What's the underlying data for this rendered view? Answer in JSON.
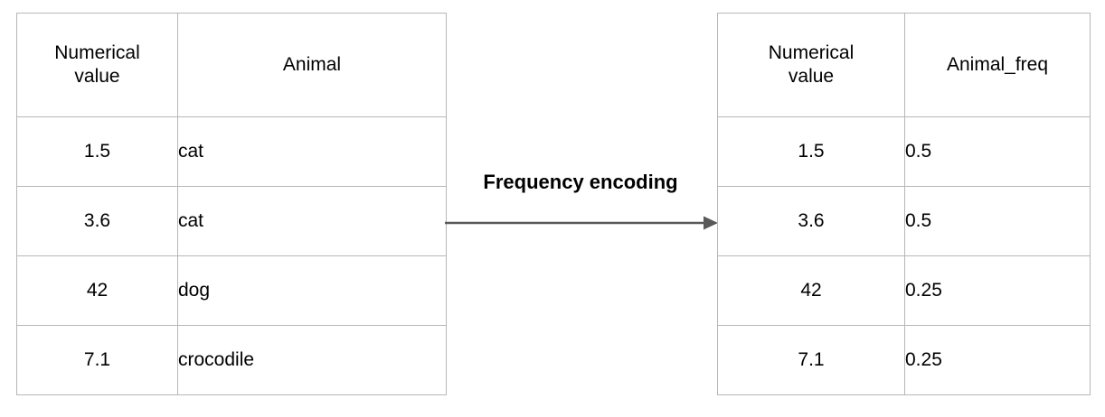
{
  "diagram": {
    "title_text": "Frequency encoding",
    "arrow_icon": "arrow-right-icon",
    "colors": {
      "border": "#b7b7b7",
      "text": "#000000",
      "arrow": "#595959",
      "background": "#ffffff"
    }
  },
  "source_table": {
    "name": "source-table",
    "headers": [
      "Numerical value",
      "Animal"
    ],
    "header_lines": {
      "col1_line1": "Numerical",
      "col1_line2": "value",
      "col2": "Animal"
    },
    "rows": [
      {
        "numerical_value": "1.5",
        "animal": "cat"
      },
      {
        "numerical_value": "3.6",
        "animal": "cat"
      },
      {
        "numerical_value": "42",
        "animal": "dog"
      },
      {
        "numerical_value": "7.1",
        "animal": "crocodile"
      }
    ]
  },
  "encoded_table": {
    "name": "encoded-table",
    "headers": [
      "Numerical value",
      "Animal_freq"
    ],
    "header_lines": {
      "col1_line1": "Numerical",
      "col1_line2": "value",
      "col2": "Animal_freq"
    },
    "rows": [
      {
        "numerical_value": "1.5",
        "animal_freq": "0.5"
      },
      {
        "numerical_value": "3.6",
        "animal_freq": "0.5"
      },
      {
        "numerical_value": "42",
        "animal_freq": "0.25"
      },
      {
        "numerical_value": "7.1",
        "animal_freq": "0.25"
      }
    ]
  }
}
